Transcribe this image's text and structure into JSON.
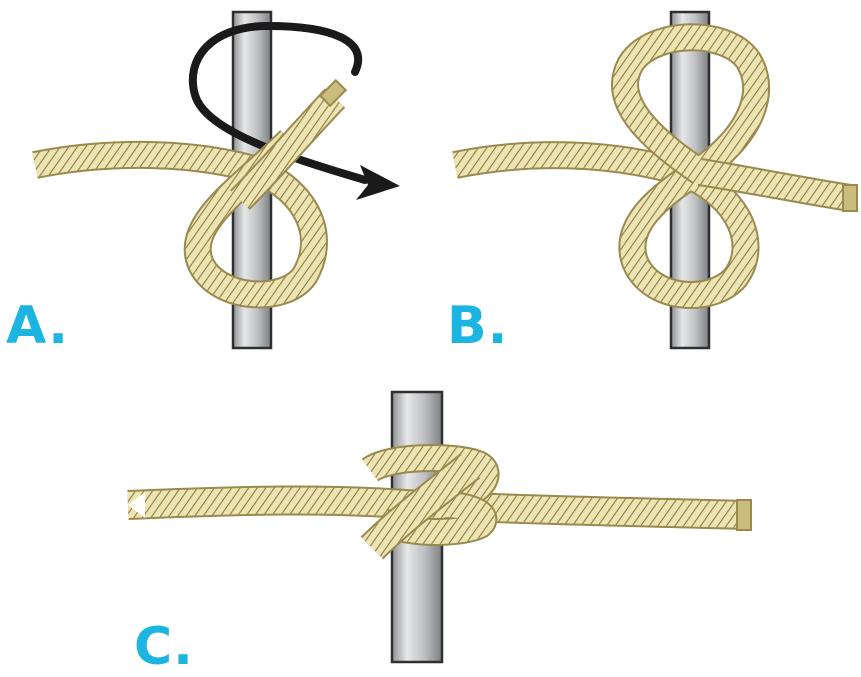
{
  "colors": {
    "label": "#1cb4e0",
    "rope_fill": "#ece4b2",
    "rope_stroke": "#9a8a4e",
    "rope_twist": "#8c7b43",
    "rope_end": "#c9bc7c",
    "pole_fill": "#bdbfc2",
    "pole_stroke": "#303030",
    "pole_highlight": "#e6e7e8",
    "arrow": "#1a1a1a"
  },
  "steps": [
    {
      "label": "A.",
      "icon": "rope-loop-around-pole-with-wrap-arrow"
    },
    {
      "label": "B.",
      "icon": "rope-figure-eight-around-pole"
    },
    {
      "label": "C.",
      "icon": "tightened-knot-on-pole"
    }
  ]
}
